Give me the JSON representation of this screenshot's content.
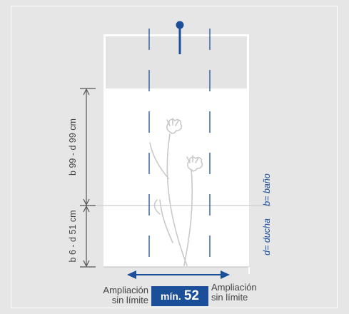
{
  "colors": {
    "background": "#e6e6e7",
    "panel": "#ffffff",
    "blind": "#e4e4e5",
    "accent": "#1b4f9a",
    "dim_line": "#555555",
    "text": "#444444"
  },
  "measurements": {
    "upper_label": "b 99 - d 99 cm",
    "lower_label": "b 6 - d 51 cm"
  },
  "legend": {
    "bath": "b= baño",
    "shower": "d= ducha"
  },
  "width_badge": {
    "label": "mín.",
    "value": "52"
  },
  "extension": {
    "left_line1": "Ampliación",
    "left_line2": "sin límite",
    "right_line1": "Ampliación",
    "right_line2": "sin límite"
  },
  "icons": {
    "pin": "pin-icon",
    "flower": "chamomile-flower-icon"
  }
}
